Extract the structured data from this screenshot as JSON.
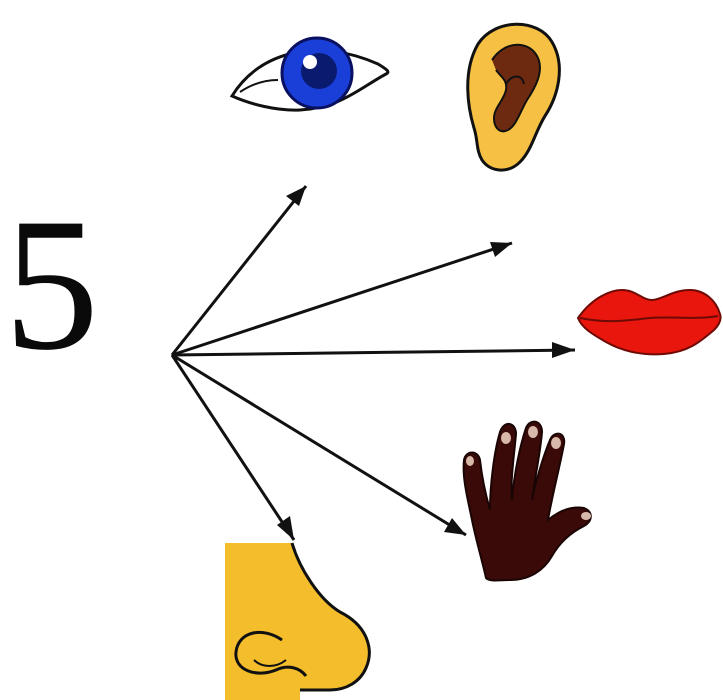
{
  "diagram": {
    "number": "5",
    "center_icon": "arrow-hub",
    "senses": [
      {
        "name": "sight",
        "icon": "eye-icon",
        "color": "#1a3fd9"
      },
      {
        "name": "hearing",
        "icon": "ear-icon",
        "color": "#f5c043"
      },
      {
        "name": "taste",
        "icon": "lips-icon",
        "color": "#e8160c"
      },
      {
        "name": "touch",
        "icon": "hand-icon",
        "color": "#3a0a08"
      },
      {
        "name": "smell",
        "icon": "nose-icon",
        "color": "#f3bd2c"
      }
    ]
  }
}
